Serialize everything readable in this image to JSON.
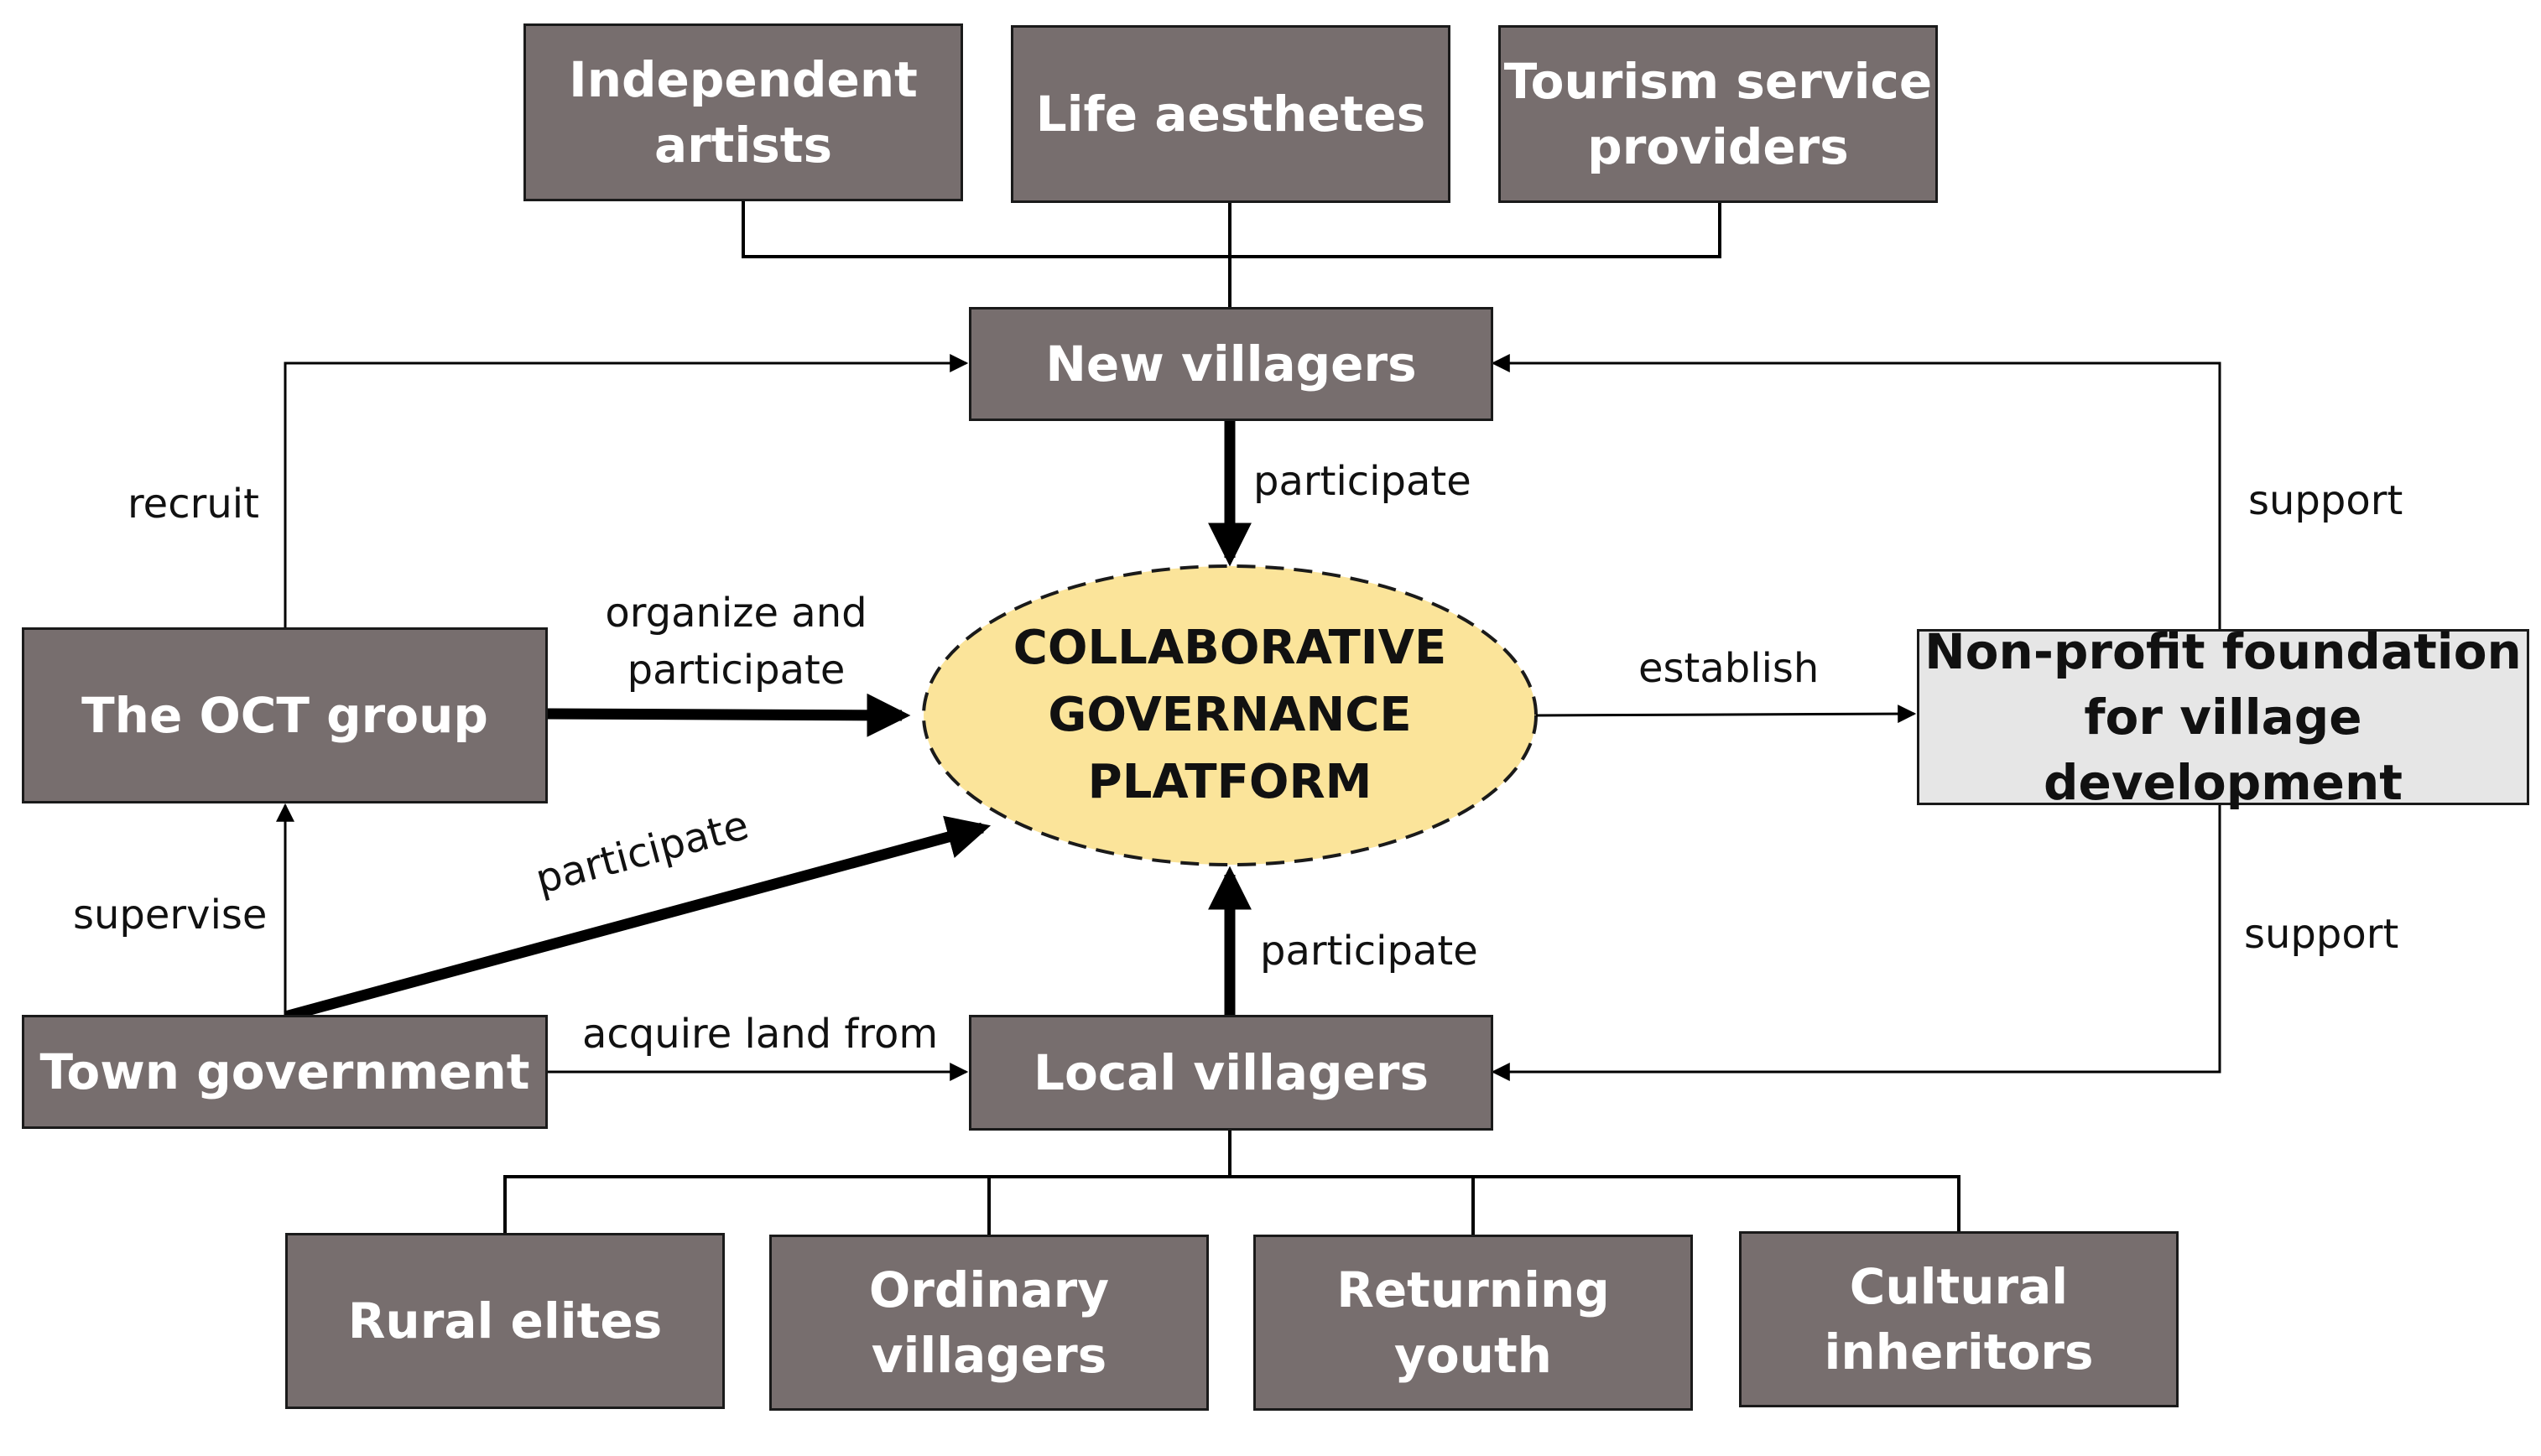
{
  "nodes": {
    "independent_artists": "Independent\nartists",
    "life_aesthetes": "Life aesthetes",
    "tourism_service_providers": "Tourism service\nproviders",
    "new_villagers": "New villagers",
    "oct_group": "The OCT group",
    "platform": "COLLABORATIVE\nGOVERNANCE\nPLATFORM",
    "nonprofit_foundation": "Non-profit foundation\nfor village development",
    "town_government": "Town government",
    "local_villagers": "Local villagers",
    "rural_elites": "Rural elites",
    "ordinary_villagers": "Ordinary\nvillagers",
    "returning_youth": "Returning youth",
    "cultural_inheritors": "Cultural\ninheritors"
  },
  "edges": {
    "recruit": "recruit",
    "participate_new": "participate",
    "support_top": "support",
    "organize": "organize and\nparticipate",
    "establish": "establish",
    "supervise": "supervise",
    "participate_town": "participate",
    "participate_local": "participate",
    "support_bottom": "support",
    "acquire": "acquire land from"
  },
  "colors": {
    "box_fill": "#776e6e",
    "platform_fill": "#fbe49a",
    "foundation_fill": "#e6e6e6"
  }
}
